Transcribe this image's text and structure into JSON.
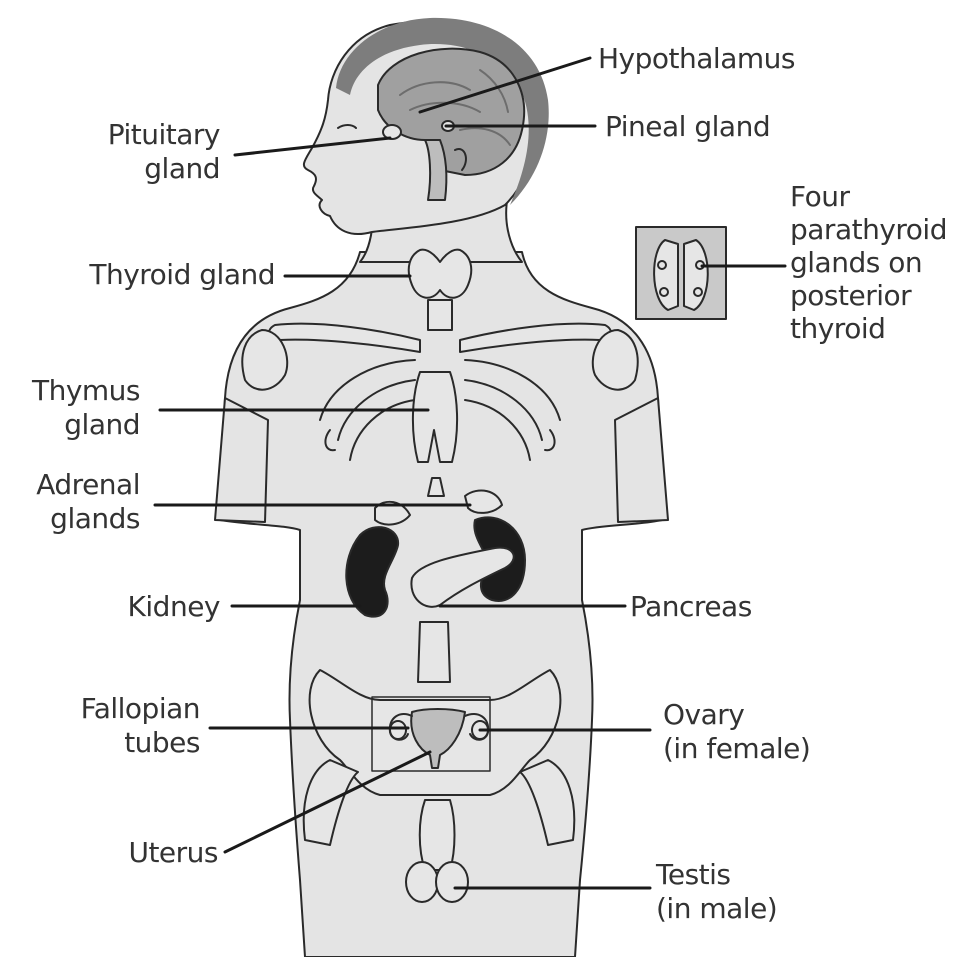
{
  "labels": {
    "hypothalamus": "Hypothalamus",
    "pituitary": [
      "Pituitary",
      "gland"
    ],
    "pineal": "Pineal gland",
    "parathyroid": [
      "Four",
      "parathyroid",
      "glands on",
      "posterior",
      "thyroid"
    ],
    "thyroid": "Thyroid gland",
    "thymus": [
      "Thymus",
      "gland"
    ],
    "adrenal": [
      "Adrenal",
      "glands"
    ],
    "kidney": "Kidney",
    "pancreas": "Pancreas",
    "fallopian": [
      "Fallopian",
      "tubes"
    ],
    "ovary": [
      "Ovary",
      "(in female)"
    ],
    "uterus": "Uterus",
    "testis": [
      "Testis",
      "(in male)"
    ]
  },
  "colors": {
    "skin": "#e4e4e4",
    "brain": "#a0a0a0",
    "hair": "#7d7d7d",
    "organ_light": "#e6e6e6",
    "organ_mid": "#bdbdbd",
    "kidney": "#1c1c1c",
    "outline": "#2a2a2a",
    "text": "#333333"
  }
}
